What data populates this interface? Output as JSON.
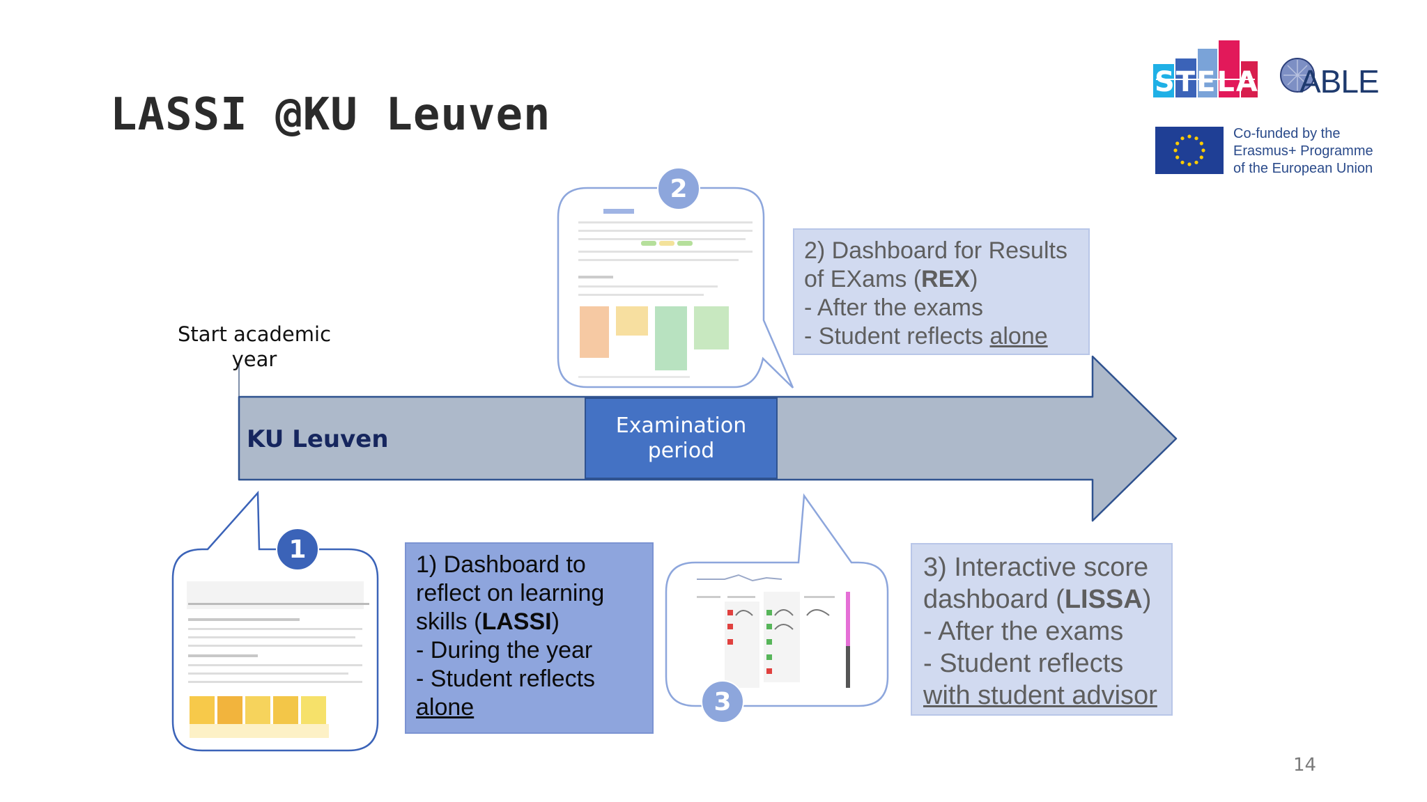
{
  "slide": {
    "title": "LASSI @KU Leuven",
    "page_number": "14"
  },
  "logos": {
    "stela": "STELA",
    "able": "ABLE",
    "eu_lines": [
      "Co-funded by the",
      "Erasmus+ Programme",
      "of the European Union"
    ]
  },
  "timeline": {
    "start_label_lines": [
      "Start academic",
      "year"
    ],
    "institution": "KU Leuven",
    "exam_period_lines": [
      "Examination",
      "period"
    ]
  },
  "badges": {
    "one": "1",
    "two": "2",
    "three": "3"
  },
  "box1": {
    "line1": "1) Dashboard to",
    "line2": "reflect on learning",
    "line3_pre": "skills (",
    "line3_bold": "LASSI",
    "line3_post": ")",
    "line4": "- During the year",
    "line5": "- Student reflects",
    "line6_underlined": "alone"
  },
  "box2": {
    "line1": "2) Dashboard for Results",
    "line2_pre": "of EXams (",
    "line2_bold": "REX",
    "line2_post": ")",
    "line3": "- After the exams",
    "line4_pre": "- Student reflects ",
    "line4_underlined": "alone"
  },
  "box3": {
    "line1": "3) Interactive score",
    "line2_pre": "dashboard (",
    "line2_bold": "LISSA",
    "line2_post": ")",
    "line3": "- After the exams",
    "line4": "- Student reflects",
    "line5_underlined": "with student advisor"
  },
  "colors": {
    "arrow_fill": "#adb9ca",
    "arrow_stroke": "#2f528f",
    "exam_fill": "#4472c4",
    "box1_fill": "#8ea5dd",
    "box_light_fill": "#d1daf0",
    "badge_dark": "#3b63b8",
    "badge_light": "#8da6dc"
  }
}
